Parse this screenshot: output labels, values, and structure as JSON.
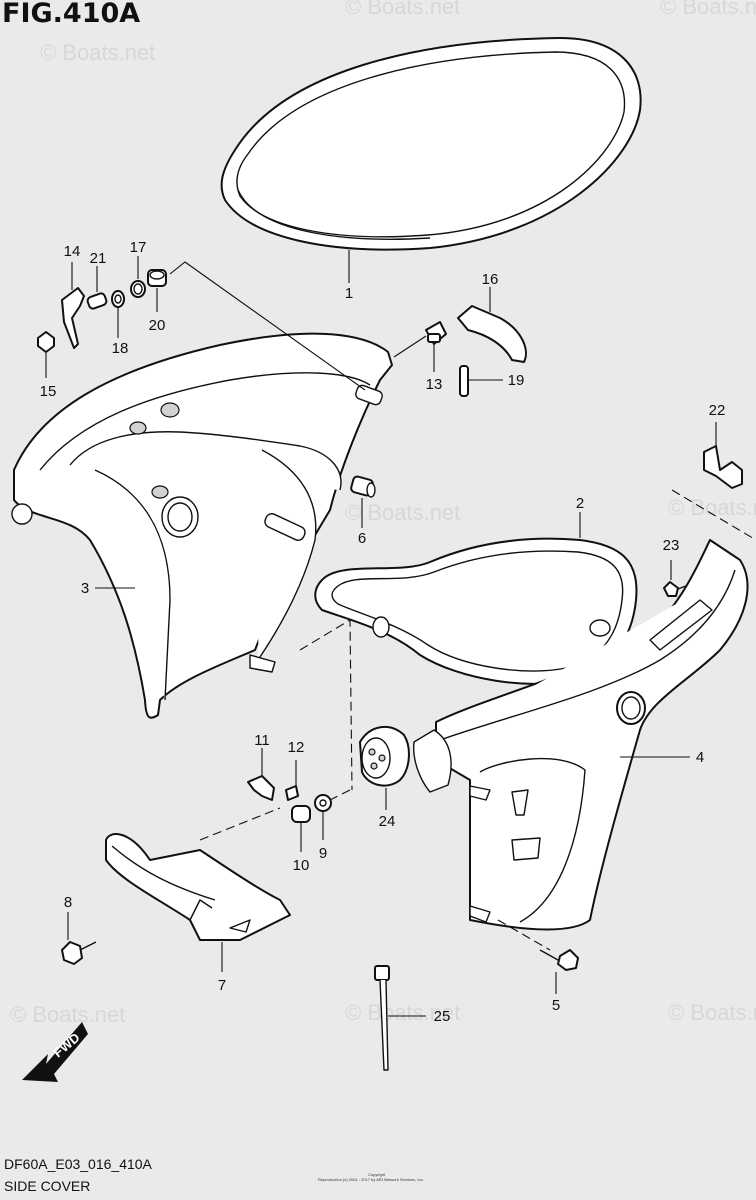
{
  "figure": {
    "title": "FIG.410A",
    "code": "DF60A_E03_016_410A",
    "section": "SIDE COVER",
    "direction_badge": "FWD"
  },
  "watermark": {
    "text": "© Boats.net"
  },
  "copyright": {
    "line1": "Copyright",
    "line2": "Reproduction (c) 2004 - 2017 by ARI Network Services, Inc."
  },
  "callouts": [
    "1",
    "2",
    "3",
    "4",
    "5",
    "6",
    "7",
    "8",
    "9",
    "10",
    "11",
    "12",
    "13",
    "14",
    "15",
    "16",
    "17",
    "18",
    "19",
    "20",
    "21",
    "22",
    "23",
    "24",
    "25"
  ]
}
